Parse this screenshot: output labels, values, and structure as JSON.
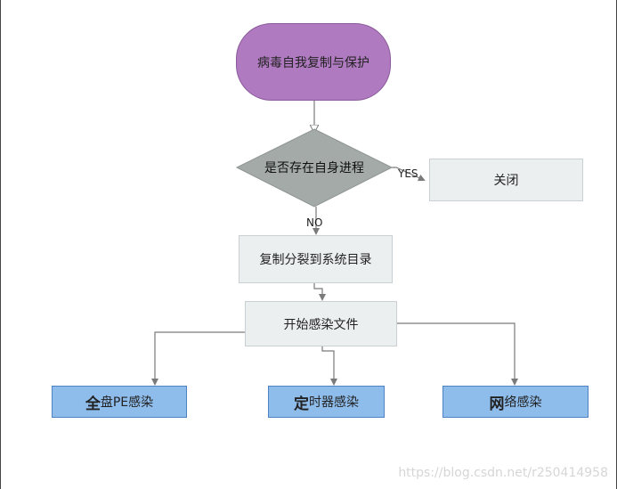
{
  "flowchart": {
    "start": {
      "label": "病毒自我复制与保护"
    },
    "decision": {
      "label": "是否存在自身进程"
    },
    "yes_label": "YES",
    "no_label": "NO",
    "close": {
      "label": "关闭"
    },
    "copy": {
      "label": "复制分裂到系统目录"
    },
    "infect": {
      "label": "开始感染文件"
    },
    "leaves": [
      {
        "big": "全",
        "rest": "盘PE感染"
      },
      {
        "big": "定",
        "rest": "时器感染"
      },
      {
        "big": "网",
        "rest": "络感染"
      }
    ]
  },
  "colors": {
    "start_fill": "#b07ac0",
    "decision_fill": "#a3aaa7",
    "process_fill": "#eceff0",
    "leaf_fill": "#8ebceb",
    "connector": "#7a7a7a"
  },
  "watermark": "https://blog.csdn.net/r250414958"
}
